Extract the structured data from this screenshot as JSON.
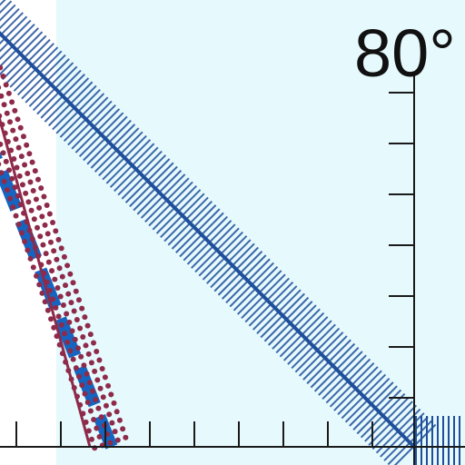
{
  "chart_data": {
    "type": "line",
    "title": "",
    "angle_label": "80°",
    "background_color": "#e6f9fc",
    "white_band_color": "#ffffff",
    "axis_color": "#1a1a1a",
    "partial_top_left_text_color": "#8a2a5a",
    "series": [
      {
        "style": "hatched-band-line",
        "color": "#1f4f9b",
        "x": [
          0,
          100
        ],
        "y": [
          88,
          0
        ]
      },
      {
        "style": "dashed-thick-line",
        "color": "#1565c0",
        "x": [
          0,
          30
        ],
        "y": [
          66,
          0
        ]
      },
      {
        "style": "dotted-line",
        "color": "#8e2a4a",
        "x": [
          0,
          30
        ],
        "y": [
          78,
          0
        ]
      },
      {
        "style": "solid-thin-line",
        "color": "#8e2a4a",
        "x": [
          0,
          25
        ],
        "y": [
          80,
          0
        ]
      }
    ],
    "grid": false
  }
}
